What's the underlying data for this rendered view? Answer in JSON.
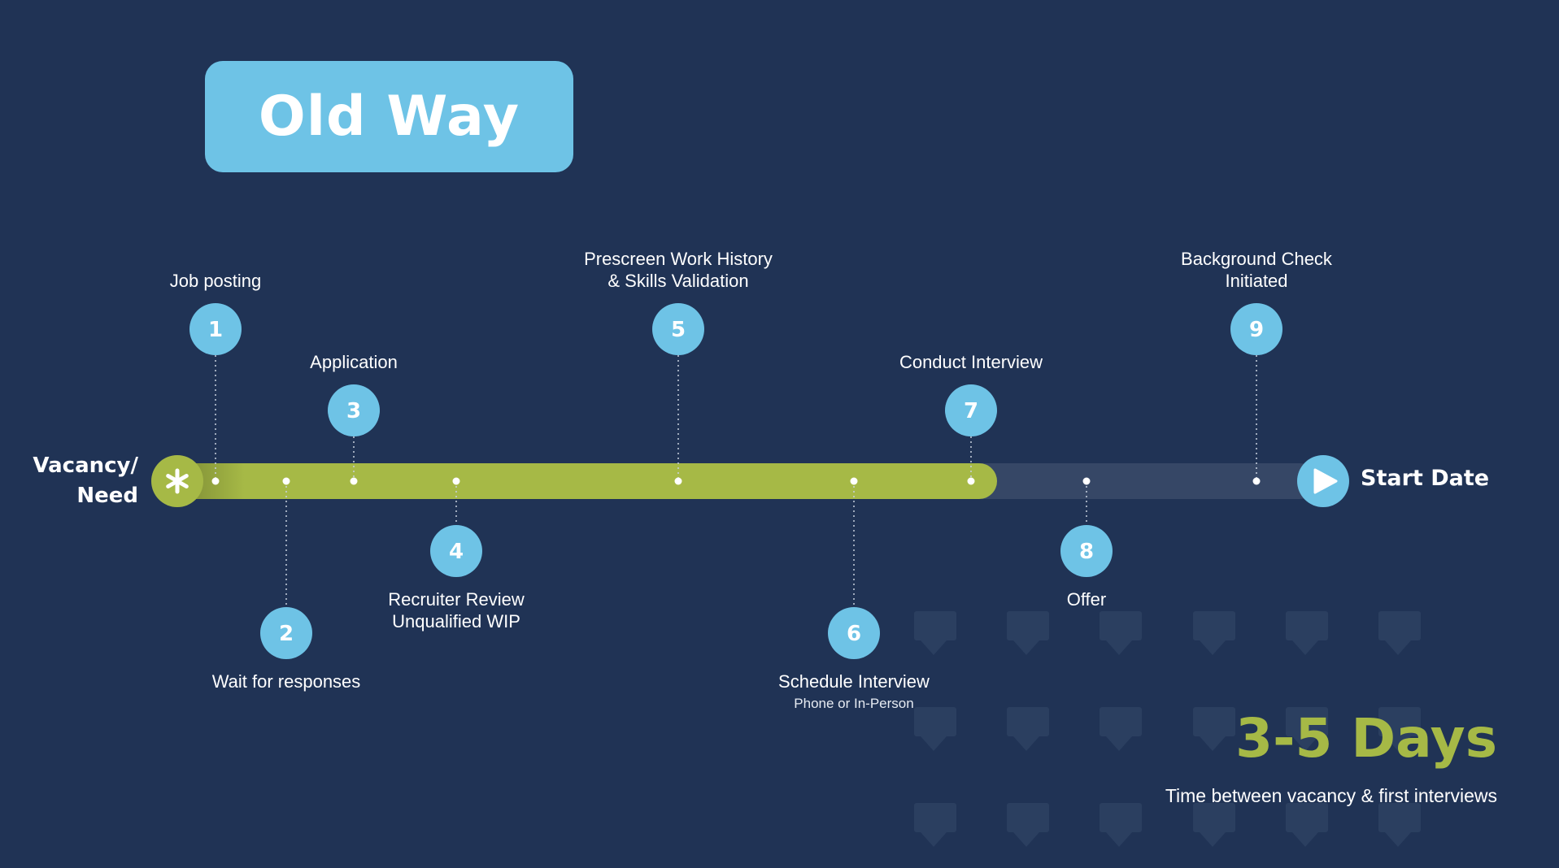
{
  "title": "Old Way",
  "start_label": "Vacancy/ Need",
  "start_label_lines": [
    "Vacancy/",
    "Need"
  ],
  "end_label": "Start Date",
  "colors": {
    "background": "#203355",
    "title_box": "#6ec3e6",
    "progress": "#a6b946",
    "track": "#364766",
    "circle": "#6ec3e6",
    "days": "#a6b946"
  },
  "icons": {
    "start": "asterisk-icon",
    "end": "play-icon",
    "background": "speech-bubble-icon"
  },
  "steps": [
    {
      "number": "1",
      "lines": [
        "Job posting"
      ],
      "side": "above"
    },
    {
      "number": "2",
      "lines": [
        "Wait for responses"
      ],
      "side": "below"
    },
    {
      "number": "3",
      "lines": [
        "Application"
      ],
      "side": "above"
    },
    {
      "number": "4",
      "lines": [
        "Recruiter Review",
        "Unqualified WIP"
      ],
      "side": "below"
    },
    {
      "number": "5",
      "lines": [
        "Prescreen Work History",
        "& Skills Validation"
      ],
      "side": "above"
    },
    {
      "number": "6",
      "lines": [
        "Schedule Interview"
      ],
      "sub": "Phone or In-Person",
      "side": "below"
    },
    {
      "number": "7",
      "lines": [
        "Conduct Interview"
      ],
      "side": "above"
    },
    {
      "number": "8",
      "lines": [
        "Offer"
      ],
      "side": "below"
    },
    {
      "number": "9",
      "lines": [
        "Background Check",
        "Initiated"
      ],
      "side": "above"
    }
  ],
  "summary": {
    "duration": "3-5 Days",
    "caption": "Time between vacancy & first interviews"
  }
}
